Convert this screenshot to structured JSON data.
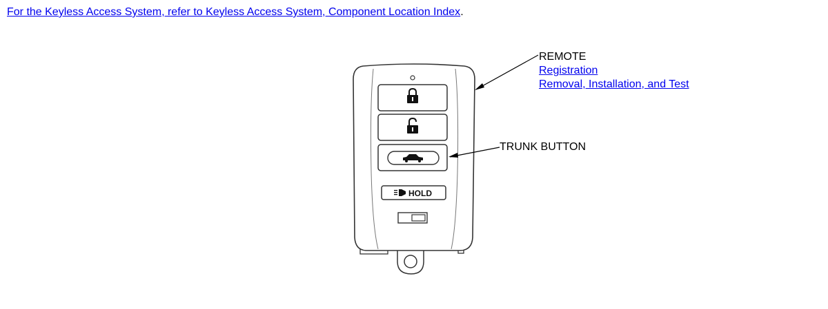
{
  "intro": {
    "link_text": "For the Keyless Access System, refer to Keyless Access System, Component Location Index",
    "trailing": "."
  },
  "callouts": {
    "remote": {
      "label": "REMOTE",
      "links": [
        "Registration",
        "Removal, Installation, and Test"
      ]
    },
    "trunk_button": {
      "label": "TRUNK BUTTON"
    }
  },
  "fob": {
    "hold_label": "HOLD",
    "buttons": [
      "lock-icon",
      "unlock-icon",
      "trunk-car-icon",
      "light-icon"
    ]
  },
  "colors": {
    "link": "#0000ee",
    "text": "#000000",
    "line_art": "#333333"
  }
}
